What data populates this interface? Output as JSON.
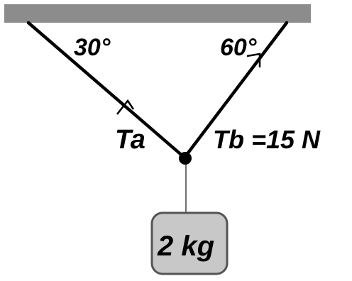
{
  "labels": {
    "angle_left": "30°",
    "angle_right": "60°",
    "tension_a": "Ta",
    "tension_b": "Tb =15 N",
    "mass": "2 kg"
  },
  "colors": {
    "ceiling": "#8c8c8c",
    "rope": "#000000",
    "block_fill": "#c8c8c8",
    "block_stroke": "#555555",
    "hanger_line": "#707070"
  }
}
